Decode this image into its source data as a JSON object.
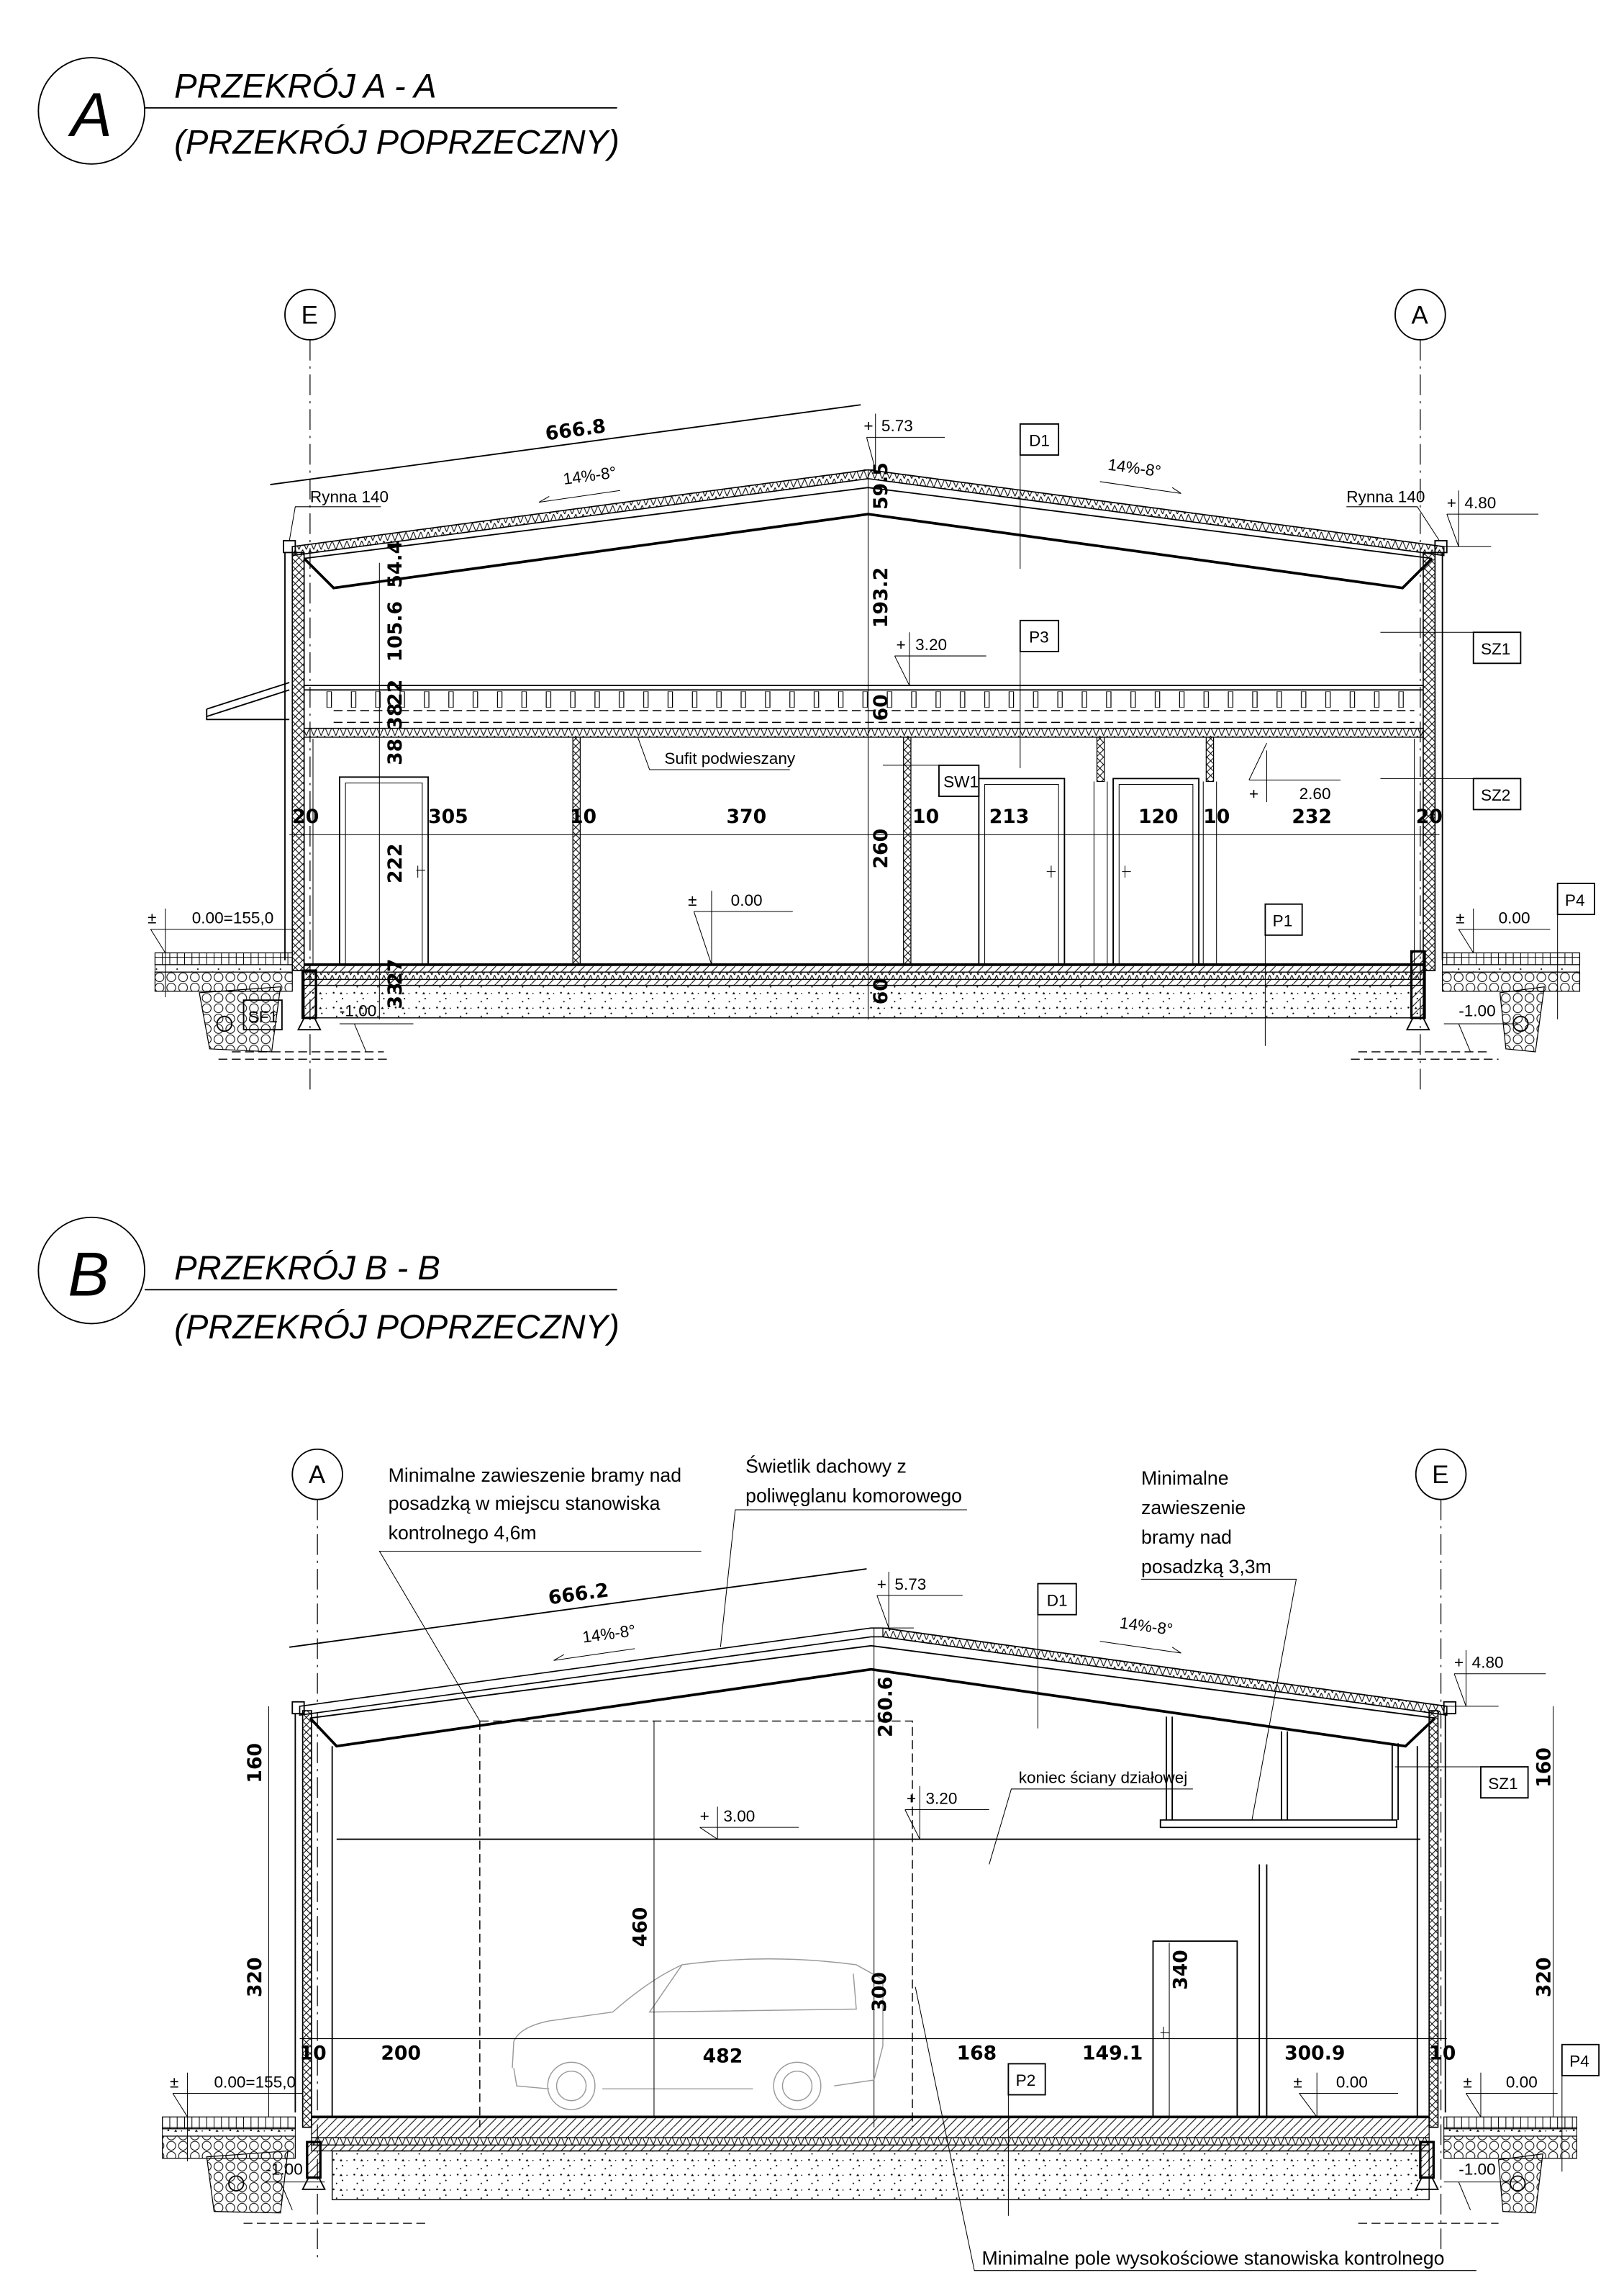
{
  "sectionA": {
    "badge": "A",
    "title": "PRZEKRÓJ A - A",
    "subtitle": "(PRZEKRÓJ POPRZECZNY)",
    "axes": [
      "E",
      "A"
    ],
    "roof_length": "666.8",
    "slope": "14%-8°",
    "gutter": "Rynna 140",
    "plus": "+",
    "pm": "±",
    "levels": {
      "ridge": "5.73",
      "eave": "4.80",
      "ceiling": "3.20",
      "room": "2.60",
      "ground_ref": "0.00=155,0",
      "floor": "0.00",
      "outside": "0.00",
      "foundation": "-1.00"
    },
    "tags": {
      "d1": "D1",
      "p3": "P3",
      "sz1": "SZ1",
      "sz2": "SZ2",
      "sw1": "SW1",
      "p1": "P1",
      "p4": "P4",
      "sf1": "SF1"
    },
    "ceiling_note": "Sufit podwieszany",
    "vdims_left": [
      "54.4",
      "105.6",
      "22",
      "38",
      "38",
      "222",
      "33",
      "27"
    ],
    "vdims_center": [
      "59.5",
      "193.2",
      "60",
      "260",
      "60"
    ],
    "hdims": [
      "20",
      "305",
      "10",
      "370",
      "10",
      "213",
      "120",
      "10",
      "232",
      "20"
    ]
  },
  "sectionB": {
    "badge": "B",
    "title": "PRZEKRÓJ B - B",
    "subtitle": "(PRZEKRÓJ POPRZECZNY)",
    "axes": [
      "A",
      "E"
    ],
    "roof_length": "666.2",
    "slope": "14%-8°",
    "plus": "+",
    "pm": "±",
    "levels": {
      "ridge": "5.73",
      "eave": "4.80",
      "ceiling": "3.20",
      "beam": "3.00",
      "ground_ref": "0.00=155,0",
      "floor": "0.00",
      "outside": "0.00",
      "foundation": "-1.00"
    },
    "tags": {
      "d1": "D1",
      "sz1": "SZ1",
      "p2": "P2",
      "p4": "P4"
    },
    "note_gate_left": [
      "Minimalne zawieszenie bramy nad",
      "posadzką w miejscu stanowiska",
      "kontrolnego 4,6m"
    ],
    "note_skylight": [
      "Świetlik dachowy z",
      "poliwęglanu komorowego"
    ],
    "note_gate_right": [
      "Minimalne",
      "zawieszenie",
      "bramy nad",
      "posadzką 3,3m"
    ],
    "note_partition": "koniec ściany działowej",
    "note_field": "Minimalne pole wysokościowe stanowiska kontrolnego",
    "vdims_left": [
      "160",
      "320"
    ],
    "vdims_right": [
      "160",
      "320"
    ],
    "vdims_inner": [
      "460",
      "260.6",
      "300",
      "340"
    ],
    "hdims": [
      "10",
      "200",
      "482",
      "168",
      "149.1",
      "300.9",
      "10"
    ]
  }
}
